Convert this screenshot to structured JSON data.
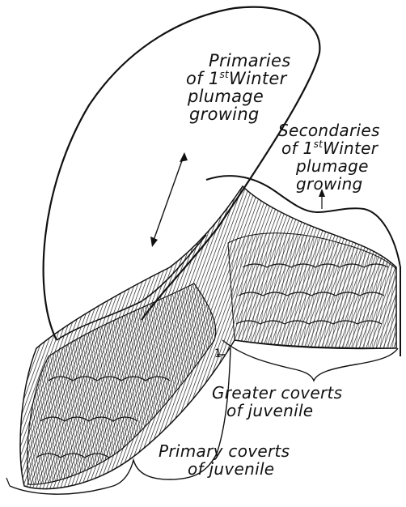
{
  "labels": {
    "primaries": {
      "line1": "Primaries",
      "line2_pre": "of 1",
      "line2_sup": "st",
      "line2_post": "Winter",
      "line3": "plumage",
      "line4": "growing"
    },
    "secondaries": {
      "line1": "Secondaries",
      "line2_pre": "of 1",
      "line2_sup": "st",
      "line2_post": "Winter",
      "line3": "plumage",
      "line4": "growing"
    },
    "greater_coverts": {
      "line1": "Greater coverts",
      "line2": "of juvenile"
    },
    "primary_coverts": {
      "line1": "Primary coverts",
      "line2": "of juvenile"
    },
    "scale_mark": "1"
  },
  "colors": {
    "ink": "#111111",
    "paper": "#ffffff"
  }
}
